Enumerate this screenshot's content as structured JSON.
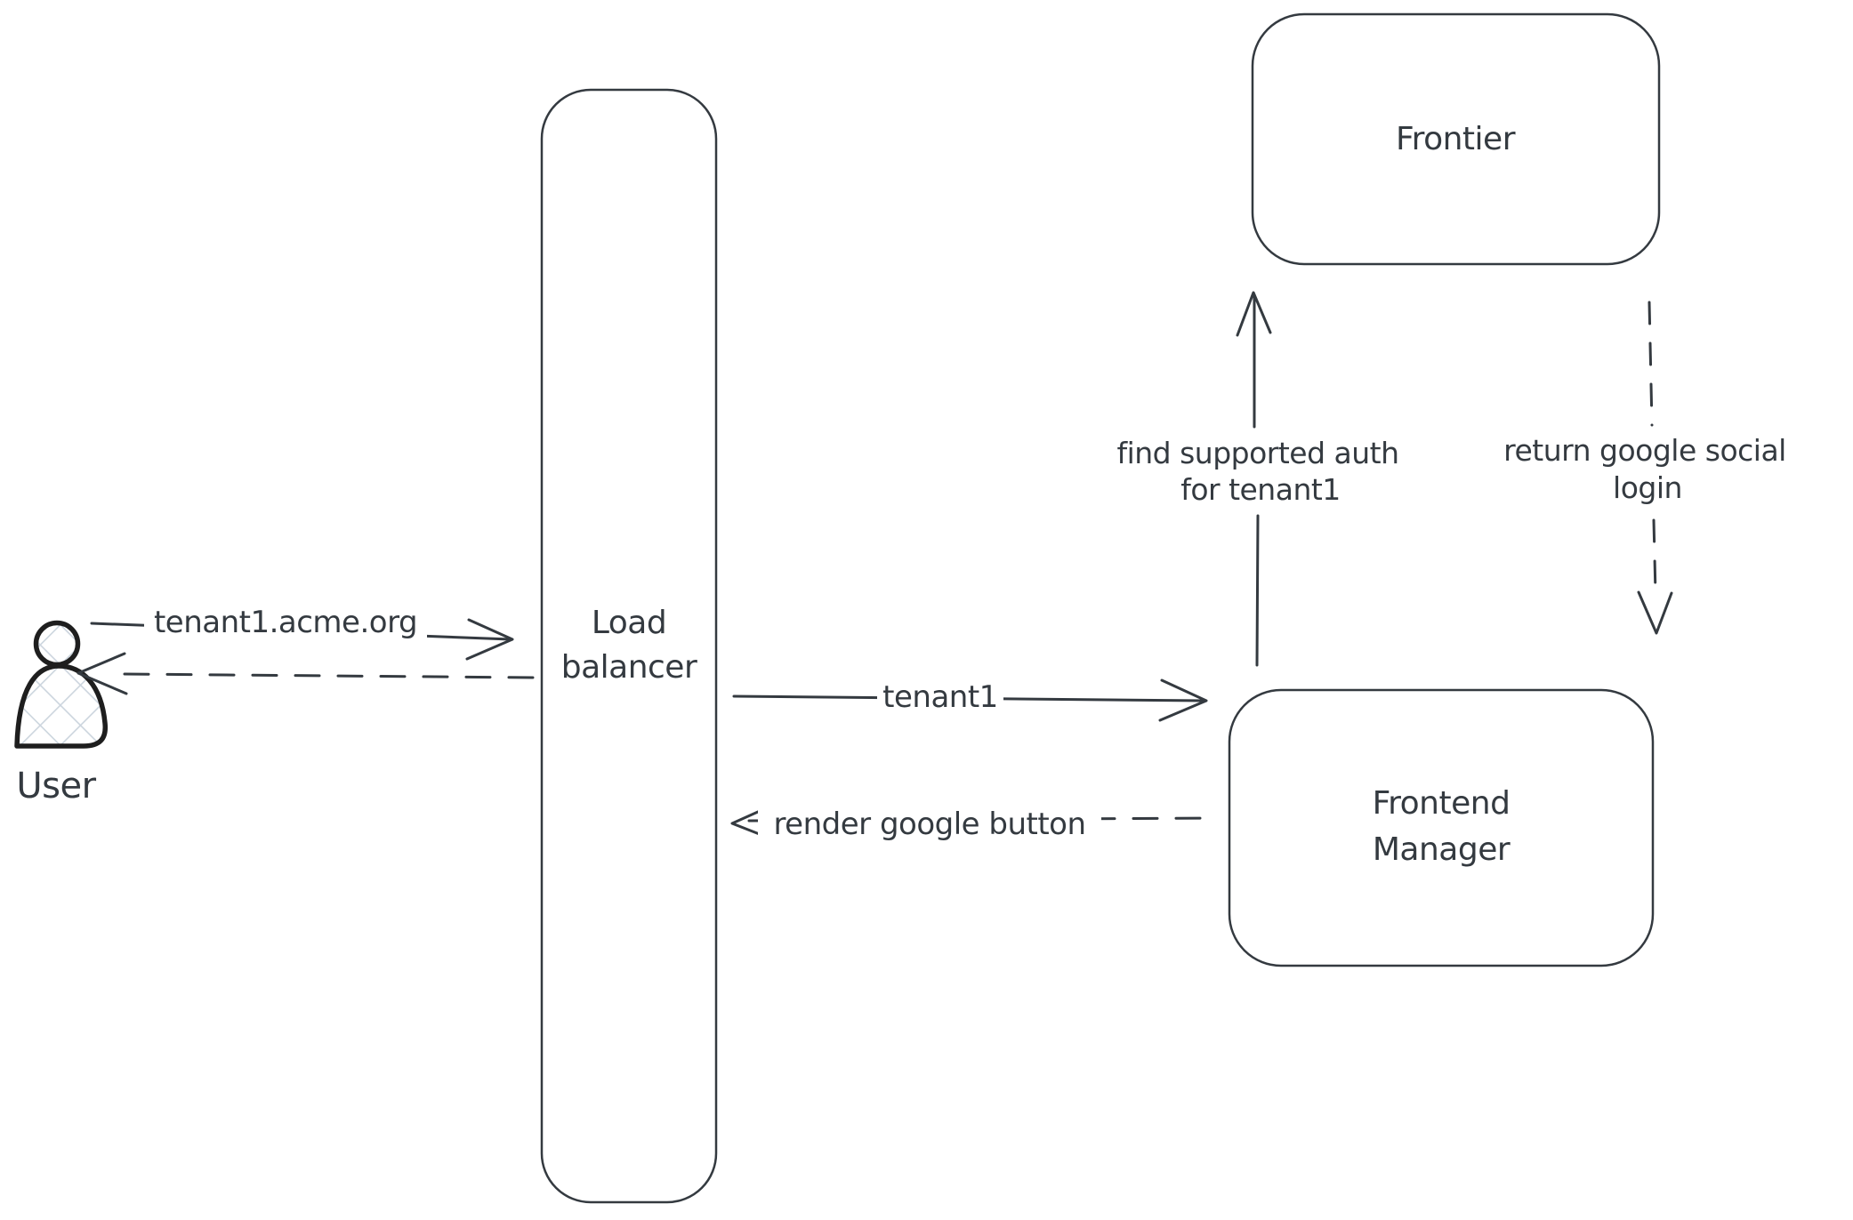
{
  "diagram": {
    "type": "flow-diagram",
    "colors": {
      "background": "#ffffff",
      "stroke": "#343a40",
      "actor_stroke": "#1e1e1e",
      "actor_hatch": "#ccd5de"
    },
    "actor": {
      "label": "User",
      "icon": "person-icon"
    },
    "nodes": {
      "load_balancer": {
        "line1": "Load",
        "line2": "balancer"
      },
      "frontier": {
        "label": "Frontier"
      },
      "frontend_manager": {
        "line1": "Frontend",
        "line2": "Manager"
      }
    },
    "edges": {
      "request": {
        "label": "tenant1.acme.org",
        "style": "solid",
        "from": "User",
        "to": "Load balancer"
      },
      "response": {
        "label": "",
        "style": "dashed",
        "from": "Load balancer",
        "to": "User"
      },
      "tenant1": {
        "label": "tenant1",
        "style": "solid",
        "from": "Load balancer",
        "to": "Frontend Manager"
      },
      "render_google_button": {
        "label": "render google button",
        "style": "dashed",
        "from": "Frontend Manager",
        "to": "Load balancer"
      },
      "find_auth": {
        "line1": "find supported auth",
        "line2": "for tenant1",
        "style": "solid",
        "from": "Frontend Manager",
        "to": "Frontier"
      },
      "return_social": {
        "line1": "return google social",
        "line2": "login",
        "style": "dashed",
        "from": "Frontier",
        "to": "Frontend Manager"
      }
    }
  }
}
